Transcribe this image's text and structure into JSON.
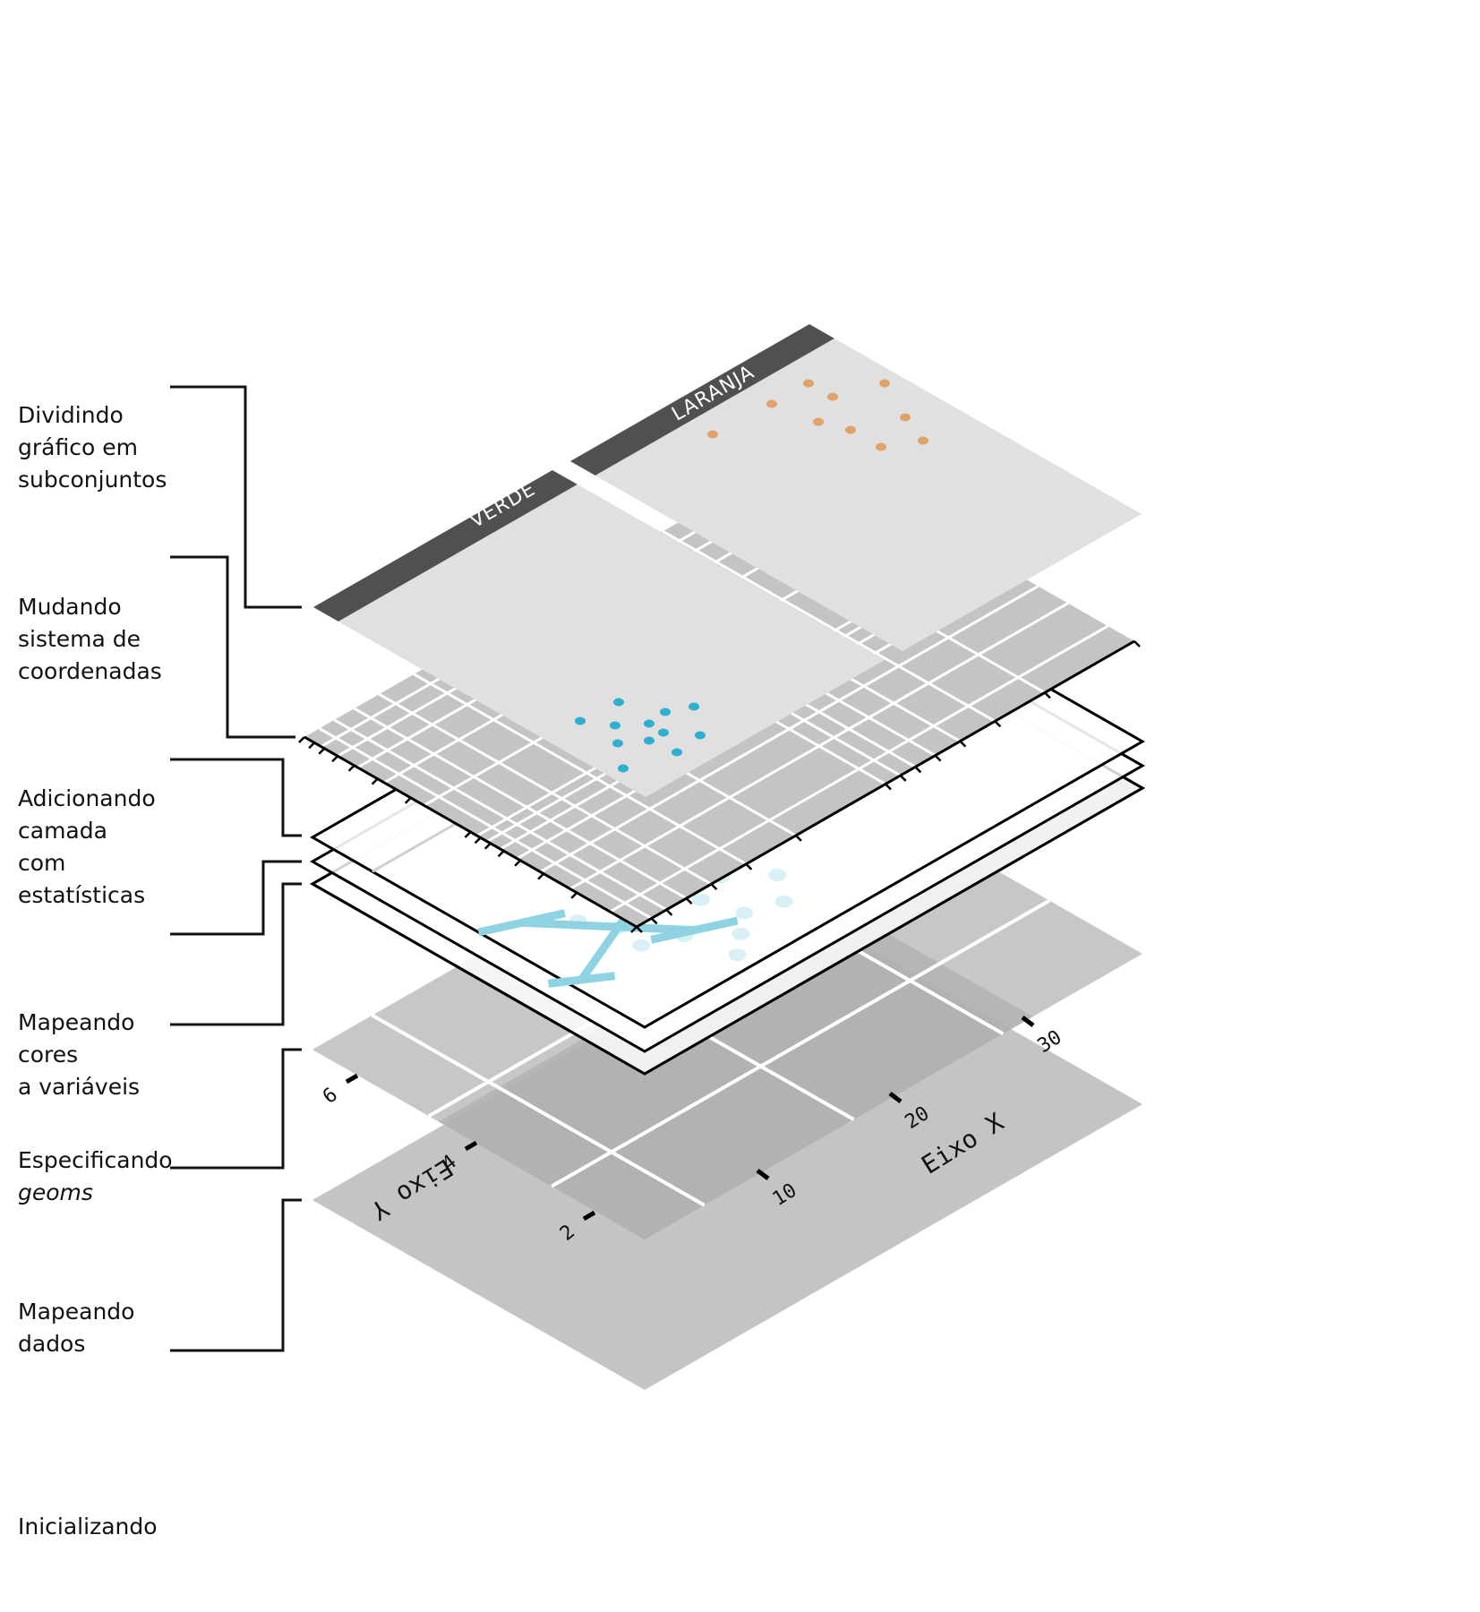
{
  "steps": [
    {
      "id": "facet",
      "lines": [
        "Dividindo",
        "gráfico em",
        "subconjuntos"
      ]
    },
    {
      "id": "coord",
      "lines": [
        "Mudando",
        "sistema de",
        "coordenadas"
      ]
    },
    {
      "id": "stat",
      "lines": [
        "Adicionando",
        "camada",
        "com",
        "estatísticas"
      ]
    },
    {
      "id": "color",
      "lines": [
        "Mapeando",
        "cores",
        "a variáveis"
      ]
    },
    {
      "id": "geom",
      "lines": [
        "Especificando",
        "geoms"
      ],
      "italic_line": 1
    },
    {
      "id": "data",
      "lines": [
        "Mapeando",
        "dados"
      ]
    },
    {
      "id": "init",
      "lines": [
        "Inicializando"
      ]
    }
  ],
  "facets": {
    "left": {
      "label": "VERDE",
      "point_color": "#2eafd0"
    },
    "right": {
      "label": "LARANJA",
      "point_color": "#e0a266"
    }
  },
  "axes": {
    "x_title": "Eixo X",
    "y_title": "Eixo Y",
    "x_ticks": [
      "10",
      "20",
      "30"
    ],
    "y_ticks": [
      "2",
      "4",
      "6"
    ]
  },
  "colors": {
    "strip": "#505050",
    "panel": "#e0e0e0",
    "coord_panel": "#c4c4c4",
    "data_panel": "#bdbdbd",
    "data_panel_dark": "#a8a8a8",
    "init_panel": "#c4c4c4",
    "stat_color": "#8fd3e3",
    "connector": "#111111"
  },
  "chart_data": {
    "type": "scatter",
    "title": "",
    "xlabel": "Eixo X",
    "ylabel": "Eixo Y",
    "x_ticks": [
      10,
      20,
      30
    ],
    "y_ticks": [
      2,
      4,
      6
    ],
    "series": [
      {
        "name": "VERDE",
        "points": [
          [
            0.24,
            0.62
          ],
          [
            0.33,
            0.52
          ],
          [
            0.38,
            0.38
          ],
          [
            0.42,
            0.45
          ],
          [
            0.46,
            0.57
          ],
          [
            0.5,
            0.5
          ],
          [
            0.52,
            0.65
          ],
          [
            0.56,
            0.41
          ],
          [
            0.6,
            0.56
          ],
          [
            0.63,
            0.33
          ],
          [
            0.65,
            0.62
          ],
          [
            0.7,
            0.48
          ]
        ]
      },
      {
        "name": "LARANJA",
        "points": [
          [
            0.2,
            0.78
          ],
          [
            0.3,
            0.68
          ],
          [
            0.36,
            0.82
          ],
          [
            0.42,
            0.72
          ],
          [
            0.47,
            0.64
          ],
          [
            0.55,
            0.7
          ],
          [
            0.58,
            0.86
          ],
          [
            0.63,
            0.6
          ],
          [
            0.7,
            0.72
          ],
          [
            0.72,
            0.58
          ]
        ]
      }
    ]
  }
}
